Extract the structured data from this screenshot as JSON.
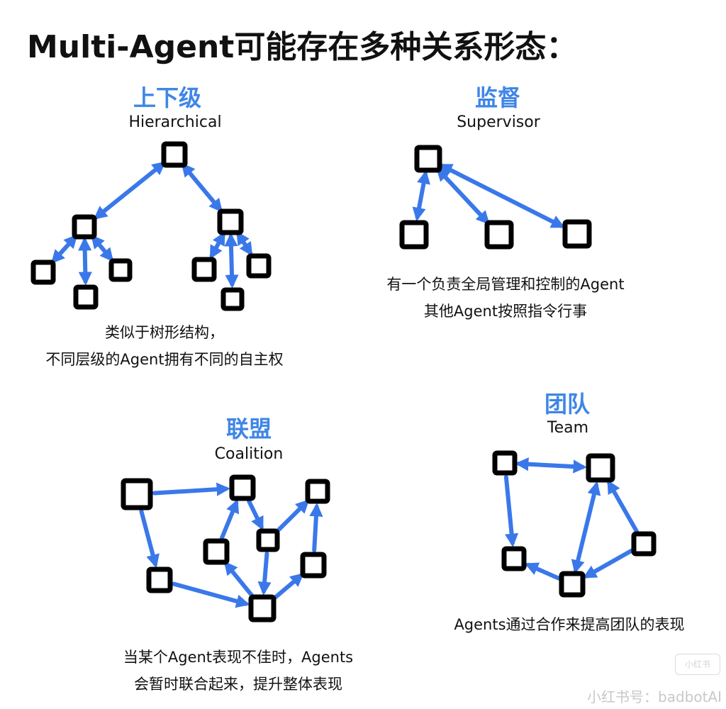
{
  "title": "Multi-Agent可能存在多种关系形态：",
  "sections": {
    "hierarchical": {
      "title": "上下级",
      "subtitle": "Hierarchical",
      "caption": [
        "类似于树形结构，",
        "不同层级的Agent拥有不同的自主权"
      ]
    },
    "supervisor": {
      "title": "监督",
      "subtitle": "Supervisor",
      "caption": [
        "有一个负责全局管理和控制的Agent",
        "其他Agent按照指令行事"
      ]
    },
    "coalition": {
      "title": "联盟",
      "subtitle": "Coalition",
      "caption": [
        "当某个Agent表现不佳时，Agents",
        "会暂时联合起来，提升整体表现"
      ]
    },
    "team": {
      "title": "团队",
      "subtitle": "Team",
      "caption": [
        "Agents通过合作来提高团队的表现"
      ]
    }
  },
  "watermark": {
    "badge": "小红书",
    "text": "小红书号：badbotAI"
  },
  "colors": {
    "arrow": "#3a78ea",
    "node": "#000000",
    "section_title": "#3f86e6"
  }
}
